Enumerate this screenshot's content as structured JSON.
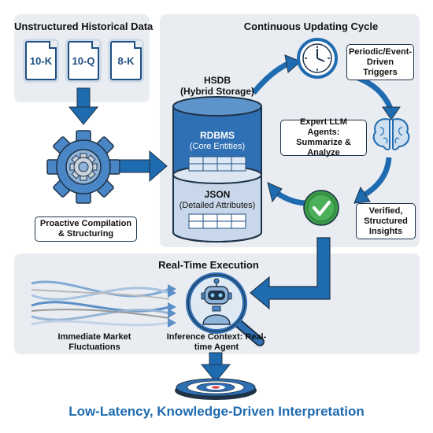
{
  "left_panel": {
    "title": "Unstructured Historical Data",
    "documents": [
      "10-K",
      "10-Q",
      "8-K"
    ],
    "compile_label": "Proactive Compilation & Structuring"
  },
  "hsdb": {
    "title": "HSDB\n(Hybrid Storage)",
    "rdbms_label": "RDBMS",
    "rdbms_sub": "(Core Entities)",
    "json_label": "JSON",
    "json_sub": "(Detailed Attributes)"
  },
  "cycle": {
    "title": "Continuous Updating Cycle",
    "triggers": "Periodic/Event-Driven Triggers",
    "agents": "Expert LLM Agents: Summarize & Analyze",
    "verified": "Verified, Structured Insights"
  },
  "realtime": {
    "title": "Real-Time Execution",
    "fluctuations": "Immediate Market Fluctuations",
    "inference": "Inference Context: Real-time Agent"
  },
  "footer": "Low-Latency, Knowledge-Driven Interpretation",
  "colors": {
    "primary_blue": "#1f6bb0",
    "dark_navy": "#1f3348",
    "panel_bg": "#e9edf2",
    "check_green": "#3a9a4a"
  }
}
